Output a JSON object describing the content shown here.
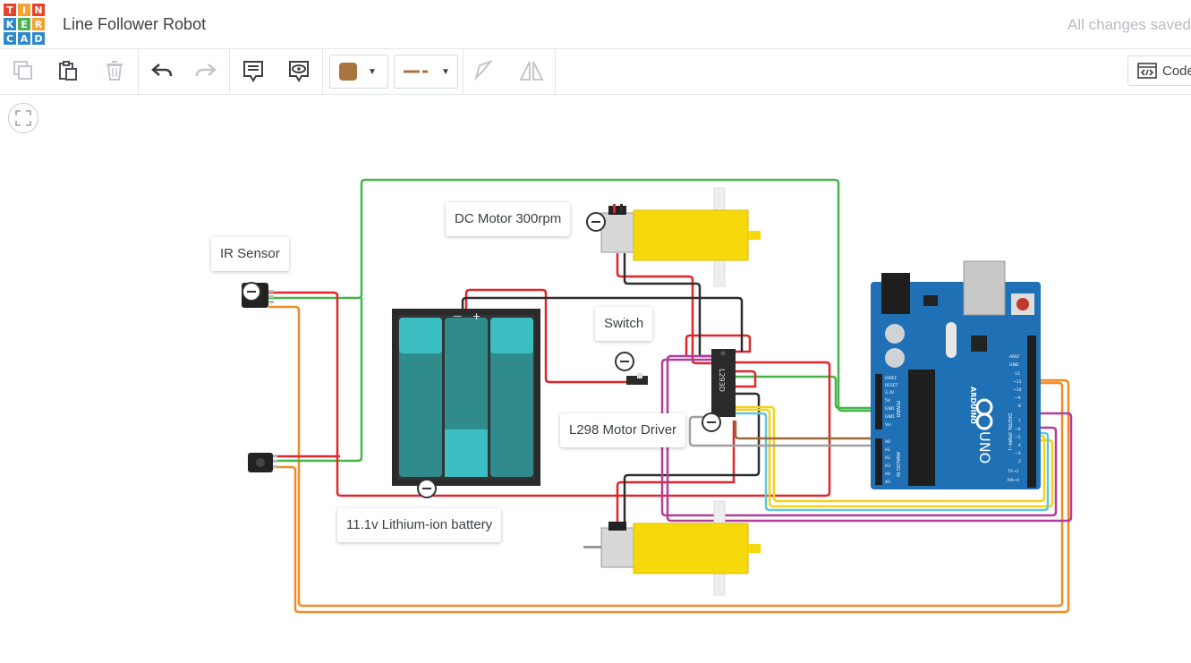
{
  "logo": {
    "letters": [
      "T",
      "I",
      "N",
      "K",
      "E",
      "R",
      "C",
      "A",
      "D"
    ]
  },
  "header": {
    "title": "Line Follower Robot",
    "status": "All changes saved"
  },
  "toolbar": {
    "icons": [
      "copy-icon",
      "paste-icon",
      "delete-icon",
      "undo-icon",
      "redo-icon",
      "notes-icon",
      "visibility-icon",
      "color-dropdown",
      "wire-type-dropdown",
      "rotate-icon",
      "flip-icon"
    ],
    "color_swatch": "#a9733f",
    "code_label": "Code"
  },
  "labels": {
    "ir_sensor": "IR Sensor",
    "dc_motor": "DC Motor 300rpm",
    "switch": "Switch",
    "motor_driver": "L298 Motor Driver",
    "battery": "11.1v Lithium-ion battery"
  },
  "chip": {
    "text": "L293D"
  },
  "arduino": {
    "logo_text": "ARDUINO",
    "model": "UNO",
    "power_pins": [
      "IOREF",
      "RESET",
      "3.3V",
      "5V",
      "GND",
      "GND",
      "Vin"
    ],
    "analog_pins": [
      "A0",
      "A1",
      "A2",
      "A3",
      "A4",
      "A5"
    ],
    "digital_pins": [
      "AREF",
      "GND",
      "13",
      "~11",
      "~10",
      "~9",
      "8",
      "7",
      "~6",
      "~5",
      "4",
      "~3",
      "2",
      "TX→1",
      "RX←0"
    ],
    "power_label": "POWER",
    "analog_label": "ANALOG IN",
    "digital_label": "DIGITAL (PWM~)"
  },
  "colors": {
    "brand_t": "#e8422b",
    "brand_i": "#f7a230",
    "brand_n": "#2f89ca",
    "board": "#1f70b4",
    "motor": "#f5d90a",
    "battery_cell": "#3bbfc3",
    "battery_body": "#2a2a2a",
    "wire_red": "#e0262b",
    "wire_black": "#2e2e2e",
    "wire_green": "#45b549",
    "wire_orange": "#f08c27",
    "wire_purple": "#b43c9a",
    "wire_yellow": "#f2d21a",
    "wire_cyan": "#5cc8e0",
    "wire_brown": "#9a6a3a",
    "wire_gray": "#a0a0a0"
  }
}
